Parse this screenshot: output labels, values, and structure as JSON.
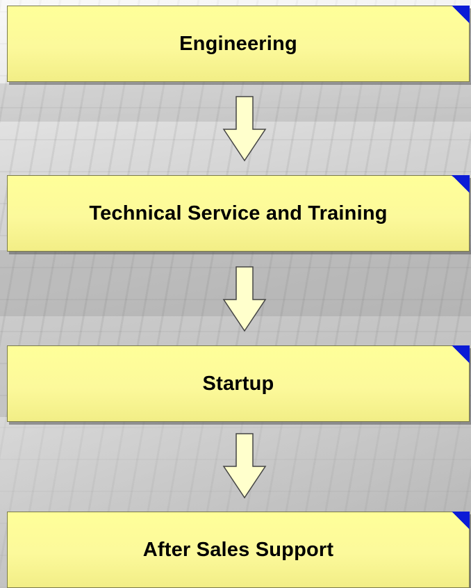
{
  "steps": [
    {
      "label": "Engineering"
    },
    {
      "label": "Technical Service and Training"
    },
    {
      "label": "Startup"
    },
    {
      "label": "After Sales Support"
    }
  ],
  "colors": {
    "box_fill": "#ffff99",
    "box_border": "#7a7a4a",
    "corner_accent": "#0b1bd6",
    "arrow_fill": "#ffffcc",
    "arrow_stroke": "#444444"
  }
}
